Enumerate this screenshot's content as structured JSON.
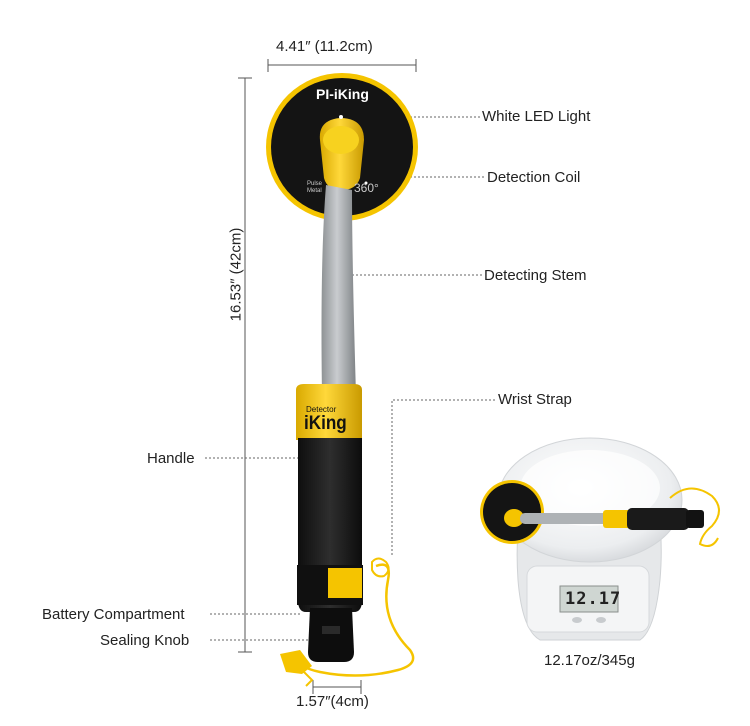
{
  "brand": "PI-iKing",
  "dimensions": {
    "coil_width": "4.41″ (11.2cm)",
    "length": "16.53″ (42cm)",
    "knob_width": "1.57″(4cm)"
  },
  "callouts": {
    "led": "White LED Light",
    "coil": "Detection Coil",
    "stem": "Detecting Stem",
    "strap": "Wrist Strap",
    "handle": "Handle",
    "battery": "Battery Compartment",
    "knob": "Sealing Knob"
  },
  "coil_text": {
    "line1": "Pulse",
    "line2": "Metal",
    "degrees": "360°"
  },
  "handle_text": {
    "small": "Detector",
    "big": "iKing"
  },
  "scale": {
    "display": "12.17",
    "unit_label": "12.17oz/345g"
  },
  "colors": {
    "yellow": "#f5c400",
    "black": "#1a1a1a",
    "stem": "#a9adb0"
  }
}
